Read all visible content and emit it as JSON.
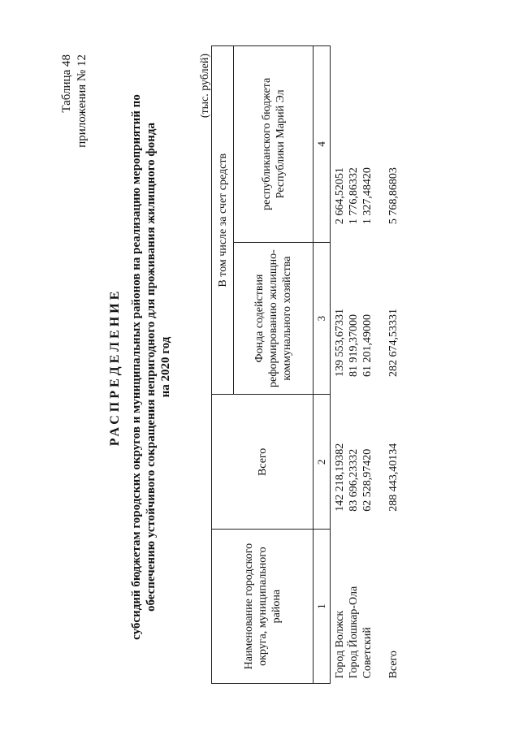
{
  "reference": {
    "line1": "Таблица 48",
    "line2": "приложения № 12"
  },
  "title": {
    "heading": "РАСПРЕДЕЛЕНИЕ",
    "line1": "субсидий бюджетам городских округов и муниципальных районов на реализацию мероприятий по",
    "line2": "обеспечению устойчивого сокращения непригодного для проживания жилищного фонда",
    "line3": "на 2020 год"
  },
  "unit": "(тыс. рублей)",
  "table": {
    "headers": {
      "name": "Наименование городского округа, муниципального района",
      "total": "Всего",
      "group": "В том числе за счет средств",
      "fund": "Фонда содействия реформированию жилищно-коммунального хозяйства",
      "republic": "республиканского бюджета Республики Марий Эл"
    },
    "column_numbers": [
      "1",
      "2",
      "3",
      "4"
    ],
    "rows": [
      {
        "name": "Город Волжск",
        "total": "142 218,19382",
        "fund": "139 553,67331",
        "republic": "2 664,52051"
      },
      {
        "name": "Город Йошкар-Ола",
        "total": "83 696,23332",
        "fund": "81 919,37000",
        "republic": "1 776,86332"
      },
      {
        "name": "Советский",
        "total": "62 528,97420",
        "fund": "61 201,49000",
        "republic": "1 327,48420"
      }
    ],
    "total_row": {
      "name": "Всего",
      "total": "288 443,40134",
      "fund": "282 674,53331",
      "republic": "5 768,86803"
    }
  }
}
